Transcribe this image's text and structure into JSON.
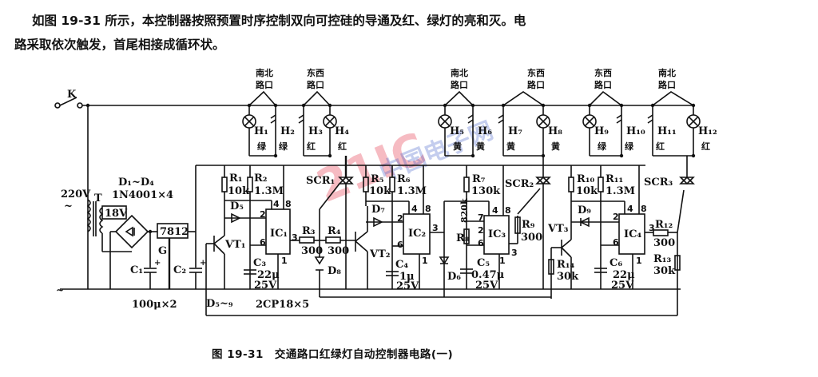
{
  "text": {
    "paragraph_1": "如图 19-31 所示，本控制器按照预置时序控制双向可控硅的导通及红、绿灯的亮和灭。电",
    "paragraph_2": "路采取依次触发，首尾相接成循环状。"
  },
  "figure": {
    "caption": "图 19-31　交通路口红绿灯自动控制器电路(一)",
    "watermark_logo": "21IC",
    "watermark_site": "中国电子网"
  },
  "intersections": {
    "ns": "南北",
    "ew": "东西",
    "road": "路口"
  },
  "lamps": [
    {
      "name": "H₁",
      "color": "绿"
    },
    {
      "name": "H₂",
      "color": "绿"
    },
    {
      "name": "H₃",
      "color": "红"
    },
    {
      "name": "H₄",
      "color": "红"
    },
    {
      "name": "H₅",
      "color": "黄"
    },
    {
      "name": "H₆",
      "color": "黄"
    },
    {
      "name": "H₇",
      "color": "黄"
    },
    {
      "name": "H₈",
      "color": "黄"
    },
    {
      "name": "H₉",
      "color": "绿"
    },
    {
      "name": "H₁₀",
      "color": "绿"
    },
    {
      "name": "H₁₁",
      "color": "红"
    },
    {
      "name": "H₁₂",
      "color": "红"
    }
  ],
  "components": {
    "K": "K",
    "mains": "220V",
    "ac": "~",
    "T": "T",
    "secondary": "18V",
    "bridge": "D₁~D₄",
    "bridge_part": "1N4001×4",
    "regulator": "7812",
    "G": "G",
    "C1": "C₁",
    "C2": "C₂",
    "C12_value": "100μ×2",
    "R1": "R₁",
    "R1v": "10k",
    "R2": "R₂",
    "R2v": "1.3M",
    "D5": "D₅",
    "VT1": "VT₁",
    "IC1": "IC₁",
    "C3": "C₃",
    "C3v": "22μ",
    "C3u": "25V",
    "R3": "R₃",
    "R3v": "300",
    "R4": "R₄",
    "R4v": "300",
    "D8": "D₈",
    "SCR1": "SCR₁",
    "R5": "R₅",
    "R5v": "10k",
    "R6": "R₆",
    "R6v": "1.3M",
    "D7": "D₇",
    "VT2": "VT₂",
    "IC2": "IC₂",
    "C4": "C₄",
    "C4v": "1μ",
    "C4u": "25V",
    "D6": "D₆",
    "R7": "R₇",
    "R7v": "130k",
    "R8": "R₈",
    "R8v": "820k",
    "IC3": "IC₃",
    "C5": "C₅",
    "C5v": "0.47μ",
    "C5u": "25V",
    "R9": "R₉",
    "R9v": "300",
    "SCR2": "SCR₂",
    "VT3": "VT₃",
    "R14": "R₁₄",
    "R14v": "30k",
    "R10": "R₁₀",
    "R10v": "10k",
    "R11": "R₁₁",
    "R11v": "1.3M",
    "D9": "D₉",
    "IC4": "IC₄",
    "C6": "C₆",
    "C6v": "22μ",
    "C6u": "25V",
    "R12": "R₁₂",
    "R12v": "300",
    "R13": "R₁₃",
    "R13v": "30k",
    "SCR3": "SCR₃",
    "diodes": "D₅~₉",
    "diodes_part": "2CP18×5"
  },
  "pins": {
    "p1": "1",
    "p2": "2",
    "p3": "3",
    "p4": "4",
    "p6": "6",
    "p7": "7",
    "p8": "8"
  }
}
